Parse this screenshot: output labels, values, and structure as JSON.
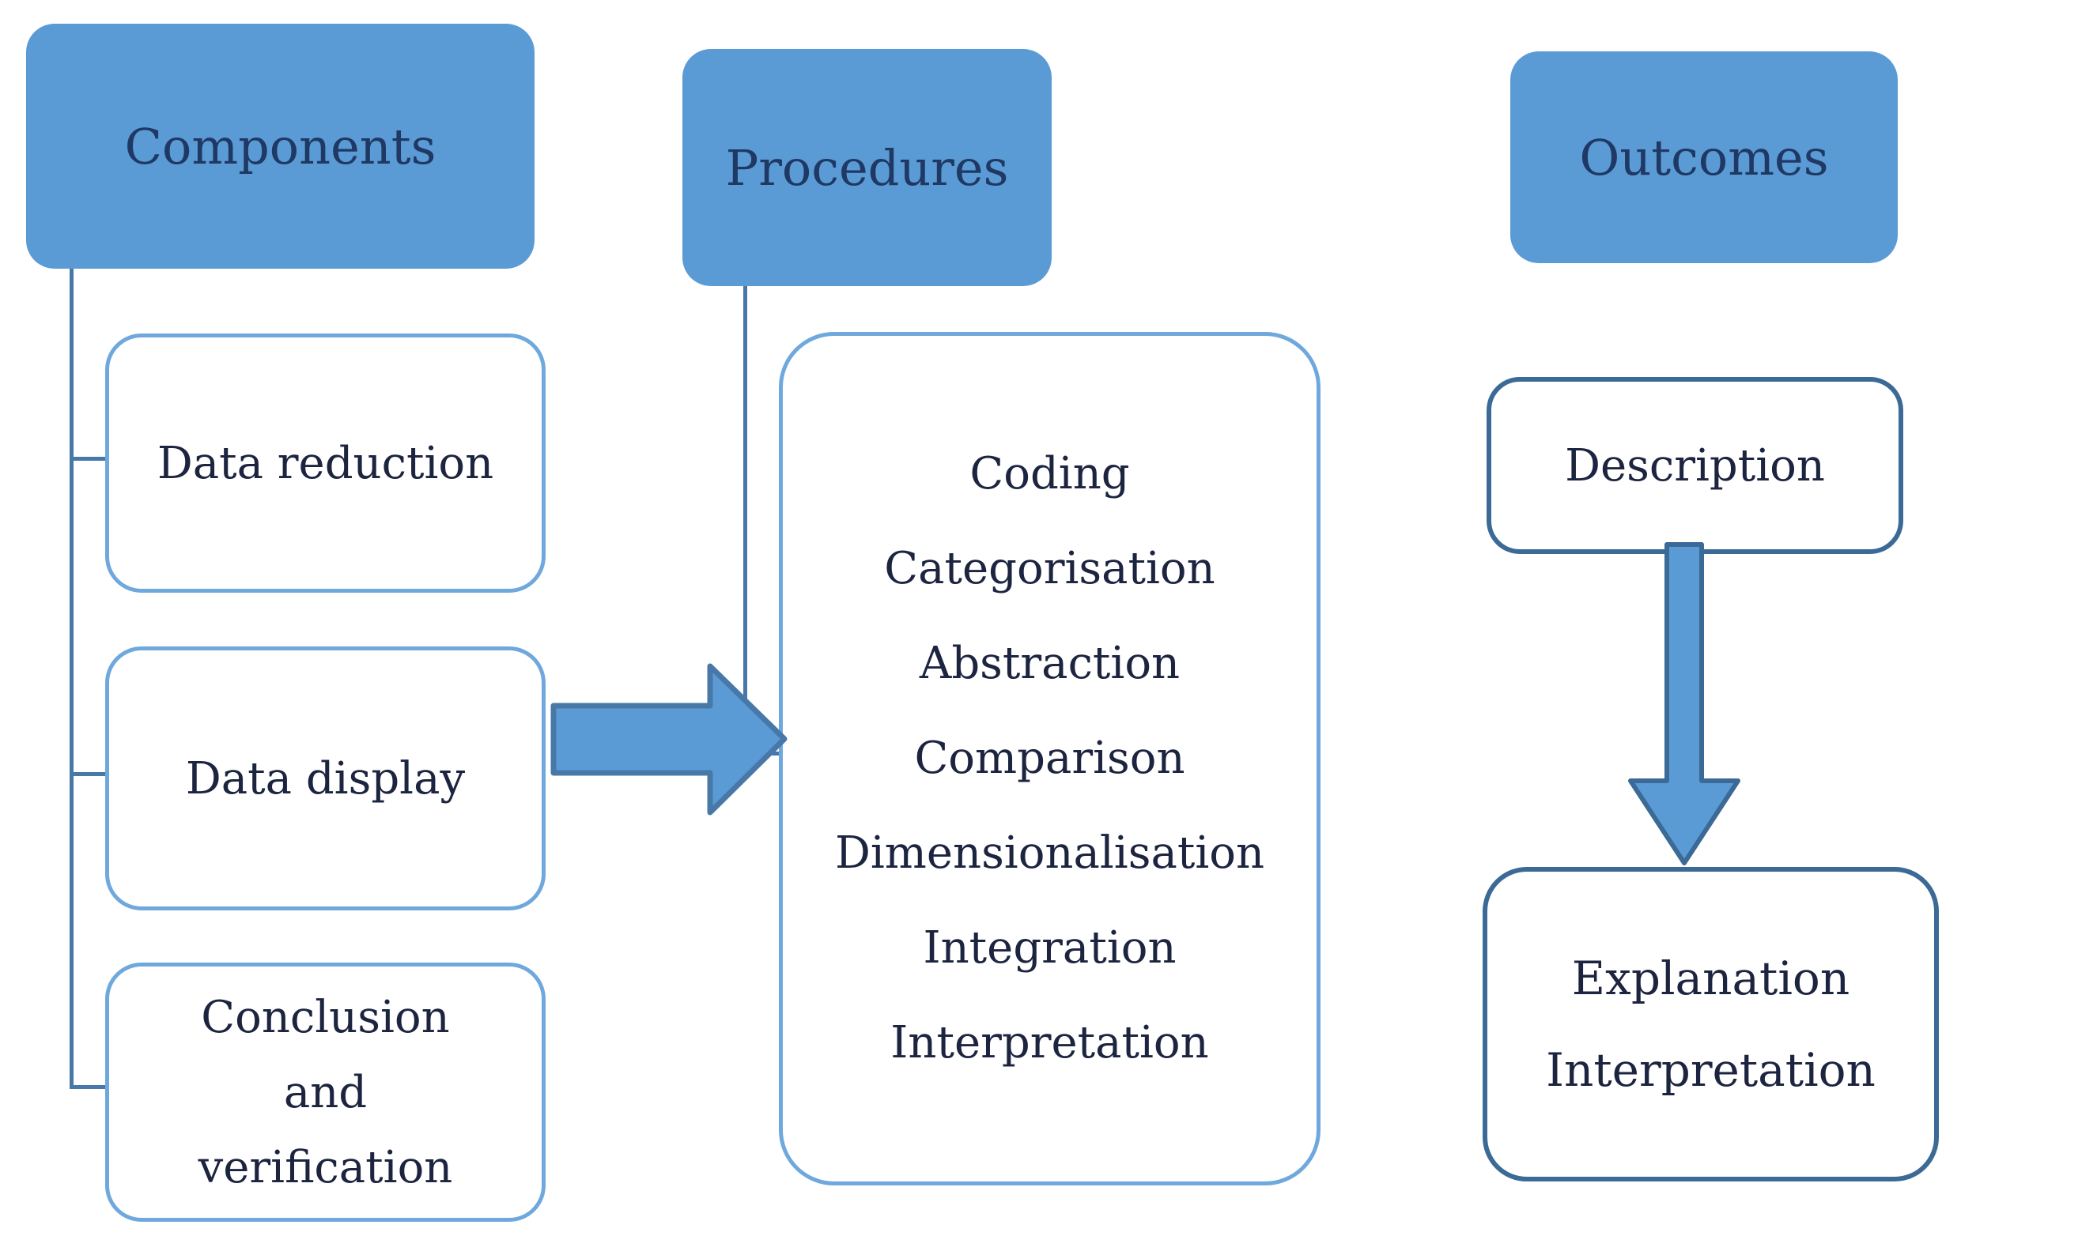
{
  "colors": {
    "header_fill": "#5b9bd5",
    "header_text": "#1f3864",
    "box_text": "#1c2440",
    "light_box_border": "#6fa8dc",
    "dark_box_border": "#3c6a96",
    "connector_line": "#4878a8",
    "arrow_fill": "#5b9bd5",
    "arrow_border": "#4878a8",
    "background": "#ffffff"
  },
  "components": {
    "header": "Components",
    "items": [
      "Data reduction",
      "Data display"
    ],
    "conclusion_lines": [
      "Conclusion",
      "and",
      "verification"
    ]
  },
  "procedures": {
    "header": "Procedures",
    "items": [
      "Coding",
      "Categorisation",
      "Abstraction",
      "Comparison",
      "Dimensionalisation",
      "Integration",
      "Interpretation"
    ]
  },
  "outcomes": {
    "header": "Outcomes",
    "description": "Description",
    "result_lines": [
      "Explanation",
      "Interpretation"
    ]
  },
  "icons": {
    "right_arrow": "block-arrow-right-icon",
    "down_arrow": "block-arrow-down-icon"
  }
}
